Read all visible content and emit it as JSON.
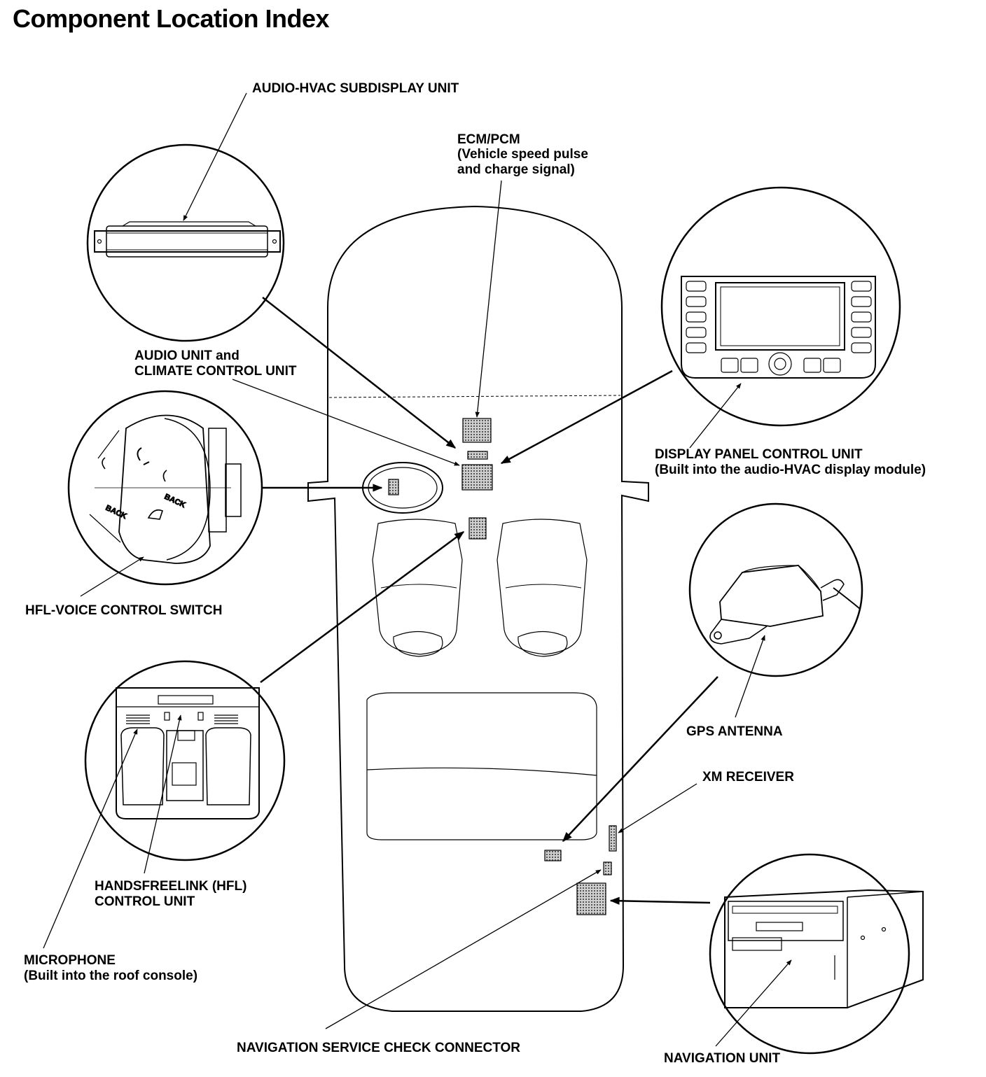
{
  "title": "Component Location Index",
  "labels": {
    "audio_hvac_subdisplay": "AUDIO-HVAC SUBDISPLAY UNIT",
    "ecm_pcm": "ECM/PCM",
    "ecm_pcm_note_1": "(Vehicle speed pulse",
    "ecm_pcm_note_2": "and charge signal)",
    "audio_unit_1": "AUDIO UNIT and",
    "audio_unit_2": "CLIMATE CONTROL UNIT",
    "display_panel_1": "DISPLAY PANEL CONTROL UNIT",
    "display_panel_2": "(Built into the audio-HVAC display module)",
    "hfl_voice_switch": "HFL-VOICE CONTROL SWITCH",
    "gps_antenna": "GPS ANTENNA",
    "xm_receiver": "XM RECEIVER",
    "hfl_control_1": "HANDSFREELINK (HFL)",
    "hfl_control_2": "CONTROL UNIT",
    "microphone_1": "MICROPHONE",
    "microphone_2": "(Built into the roof console)",
    "nav_service_connector": "NAVIGATION SERVICE CHECK CONNECTOR",
    "navigation_unit": "NAVIGATION UNIT"
  },
  "switch_glyphs": {
    "back": "BACK"
  }
}
